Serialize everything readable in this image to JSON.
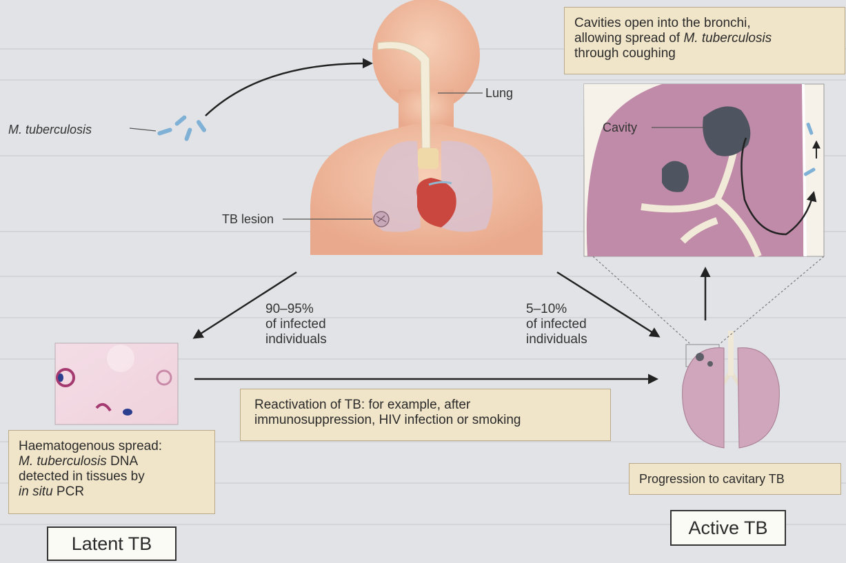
{
  "labels": {
    "mtb": "M. tuberculosis",
    "lung": "Lung",
    "tb_lesion": "TB lesion",
    "cavity": "Cavity"
  },
  "cavities_box": {
    "line1": "Cavities open into the bronchi,",
    "line2_pre": "allowing spread of ",
    "line2_em": "M. tuberculosis",
    "line3": "through coughing"
  },
  "latent_pct": {
    "line1": "90–95%",
    "line2": "of infected",
    "line3": "individuals"
  },
  "active_pct": {
    "line1": "5–10%",
    "line2": "of infected",
    "line3": "individuals"
  },
  "reactivation_box": {
    "line1": "Reactivation of TB: for example, after",
    "line2": "immunosuppression, HIV infection or smoking"
  },
  "haematogenous_box": {
    "line1": "Haematogenous spread:",
    "line2_em": "M. tuberculosis",
    "line2_post": " DNA",
    "line3": "detected in tissues by",
    "line4_em": "in situ",
    "line4_post": " PCR"
  },
  "progression_box": {
    "text": "Progression to cavitary TB"
  },
  "latent_tag": "Latent TB",
  "active_tag": "Active TB"
}
